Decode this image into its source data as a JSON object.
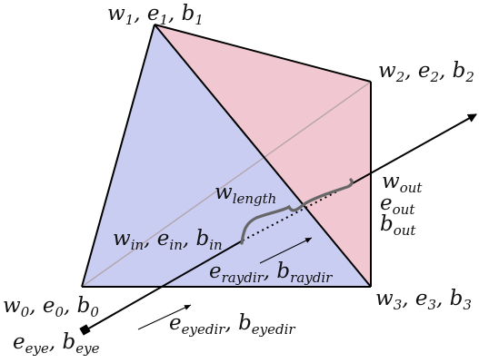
{
  "diagram": {
    "colors": {
      "blue_face": "#c9cdf2",
      "red_face": "#f1c8d2",
      "edge": "#000000",
      "hidden_edge": "#b4a4ac",
      "brace": "#666666"
    },
    "labels": {
      "v1": {
        "w": "w",
        "ws": "1",
        "e": "e",
        "es": "1",
        "b": "b",
        "bs": "1"
      },
      "v2": {
        "w": "w",
        "ws": "2",
        "e": "e",
        "es": "2",
        "b": "b",
        "bs": "2"
      },
      "v0": {
        "w": "w",
        "ws": "0",
        "e": "e",
        "es": "0",
        "b": "b",
        "bs": "0"
      },
      "v3": {
        "w": "w",
        "ws": "3",
        "e": "e",
        "es": "3",
        "b": "b",
        "bs": "3"
      },
      "wout": {
        "base": "w",
        "sub": "out"
      },
      "eout": {
        "base": "e",
        "sub": "out"
      },
      "bout": {
        "base": "b",
        "sub": "out"
      },
      "wlength": {
        "base": "w",
        "sub": "length"
      },
      "in": {
        "w": "w",
        "ws": "in",
        "e": "e",
        "es": "in",
        "b": "b",
        "bs": "in"
      },
      "raydir": {
        "e": "e",
        "es": "raydir",
        "b": "b",
        "bs": "raydir"
      },
      "eye": {
        "e": "e",
        "es": "eye",
        "b": "b",
        "bs": "eye"
      },
      "eyedir": {
        "e": "e",
        "es": "eyedir",
        "b": "b",
        "bs": "eyedir"
      }
    }
  }
}
